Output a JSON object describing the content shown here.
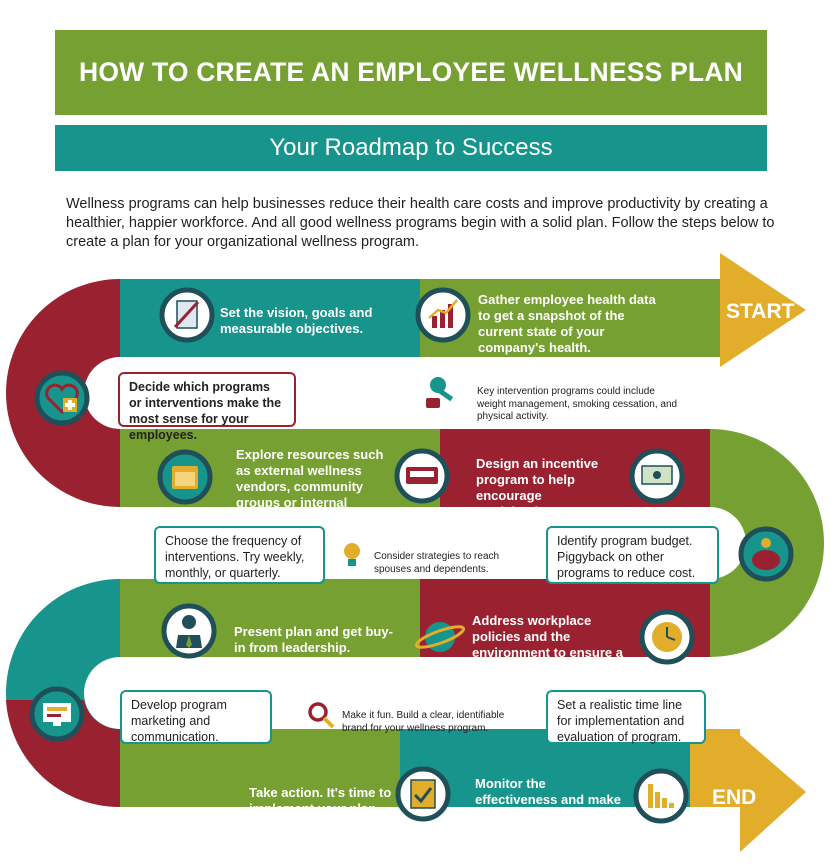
{
  "title": "HOW TO CREATE AN EMPLOYEE WELLNESS PLAN",
  "subtitle": "Your Roadmap to Success",
  "intro": "Wellness programs can help businesses reduce their health care costs and improve productivity by creating a healthier, happier workforce. And all good wellness programs begin with a solid plan. Follow the steps below  to create a plan for your organizational wellness program.",
  "start_label": "START",
  "end_label": "END",
  "steps": {
    "gather": "Gather employee health data to get a snapshot of the current state of your company's health.",
    "vision": "Set the vision, goals and measurable objectives.",
    "decide": "Decide which programs or interventions make the most sense for your employees.",
    "key_note": "Key intervention programs could include weight management, smoking cessation, and physical activity.",
    "explore": "Explore resources such as external wellness vendors, community groups or internal experts.",
    "incentive": "Design an incentive program to help encourage participation.",
    "frequency": "Choose the frequency of interventions. Try weekly, monthly, or quarterly.",
    "spouses": "Consider strategies to reach spouses and dependents.",
    "budget": "Identify program budget. Piggyback on other programs to reduce cost.",
    "present": "Present plan and get buy-in from leadership.",
    "policies": "Address workplace policies and the environment to ensure a supportive culture.",
    "marketing": "Develop program marketing and communication.",
    "fun": "Make it fun. Build a clear, identifiable brand for your wellness program.",
    "timeline": "Set a realistic time line for implementation and evaluation of program.",
    "action": "Take action. It's time to implement your plan.",
    "monitor": "Monitor the effectiveness and make adjustments as needed."
  },
  "colors": {
    "green": "#76a031",
    "teal": "#17948c",
    "red": "#9a2230",
    "gold": "#e2ad2b",
    "icon_ring": "#1f4f58"
  },
  "icons": [
    "document-pen-icon",
    "growth-chart-icon",
    "heart-plus-icon",
    "key-icon",
    "calendar-icon",
    "ticket-icon",
    "money-icon",
    "lightbulb-icon",
    "piggy-bank-icon",
    "businessman-icon",
    "globe-icon",
    "clock-icon",
    "computer-monitor-icon",
    "magnifier-icon",
    "clipboard-check-icon",
    "bar-chart-icon"
  ]
}
